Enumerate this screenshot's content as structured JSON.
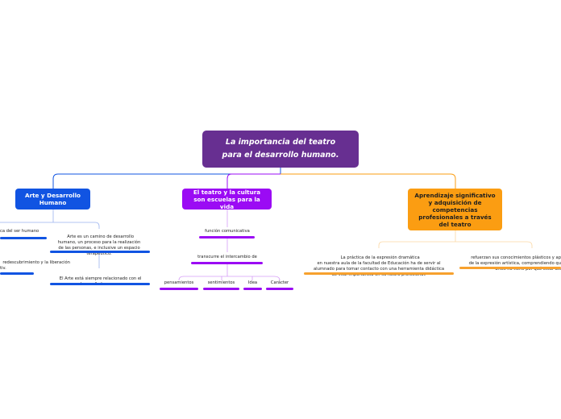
{
  "root": {
    "title": "La importancia del teatro para el desarrollo humano."
  },
  "branches": {
    "left": {
      "title": "Arte y Desarrollo Humano",
      "items": [
        "ca del ser humano",
        "redescubrimiento y la liberación\ntiv.",
        "Arte es un camino de desarrollo\nhumano, un proceso para la realización\nde las personas, e inclusive un espacio\nterapéutico.",
        "El Arte está siempre relacionado con el\ndesarrollo humano."
      ]
    },
    "center": {
      "title": "El teatro y la cultura son escuelas para la vida",
      "items": [
        "función comunicativa",
        "transcurre el intercambio de",
        "pensamientos",
        "sentimientos",
        "Idea",
        "Carácter"
      ]
    },
    "right": {
      "title": "Aprendizaje significativo y adquisición de competencias profesionales a través del teatro",
      "items": [
        "La práctica de la expresión dramática\nen nuestra aula de la facultad de Educación ha de servir al\nalumnado para tomar contacto con una herramienta didáctica\nde vital importancia en su futuro profesional.",
        "refuerzan sus conocimientos plásticos y ap\nde la expresión artística, comprendiendo qu\nartes no tiene por qué estar ais"
      ]
    }
  },
  "colors": {
    "root": "#672f91",
    "blue": "#1154e2",
    "purple": "#9b0bf4",
    "orange": "#fb9d12"
  }
}
